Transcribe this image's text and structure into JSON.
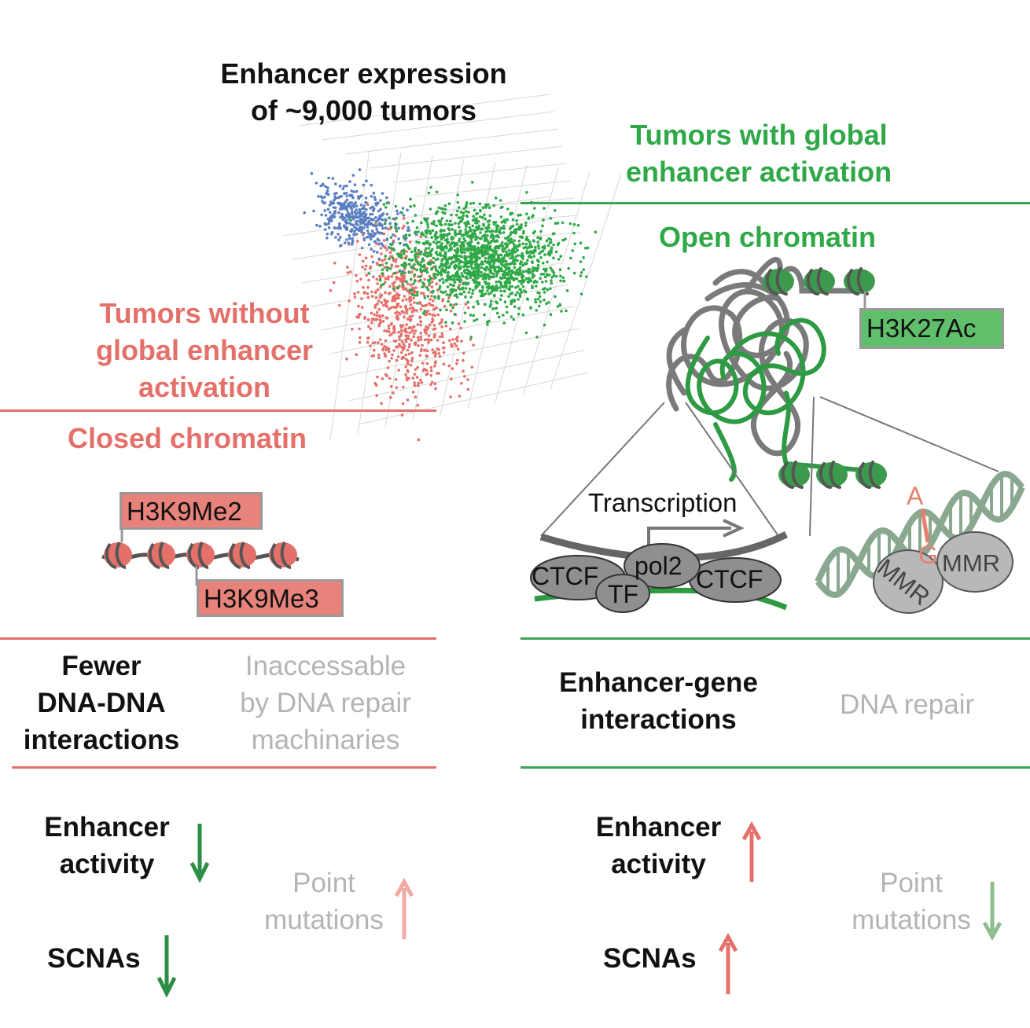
{
  "header": {
    "title_line1": "Enhancer expression",
    "title_line2": "of ~9,000 tumors"
  },
  "left": {
    "group_line1": "Tumors without",
    "group_line2": "global enhancer",
    "group_line3": "activation",
    "state": "Closed chromatin",
    "mark1": "H3K9Me2",
    "mark2": "H3K9Me3",
    "interactions_line1": "Fewer",
    "interactions_line2": "DNA-DNA",
    "interactions_line3": "interactions",
    "repair_line1": "Inaccessable",
    "repair_line2": "by DNA repair",
    "repair_line3": "machinaries",
    "activity_line1": "Enhancer",
    "activity_line2": "activity",
    "scnas": "SCNAs",
    "point_line1": "Point",
    "point_line2": "mutations"
  },
  "right": {
    "group_line1": "Tumors with global",
    "group_line2": "enhancer activation",
    "state": "Open chromatin",
    "mark": "H3K27Ac",
    "transcription": "Transcription",
    "ctcf_left": "CTCF",
    "tf": "TF",
    "pol2": "pol2",
    "ctcf_right": "CTCF",
    "base_a": "A",
    "base_g": "G",
    "mmr_left": "MMR",
    "mmr_right": "MMR",
    "interactions_line1": "Enhancer-gene",
    "interactions_line2": "interactions",
    "repair": "DNA repair",
    "activity_line1": "Enhancer",
    "activity_line2": "activity",
    "scnas": "SCNAs",
    "point_line1": "Point",
    "point_line2": "mutations"
  },
  "colors": {
    "red": "#e4706a",
    "green": "#2fa847",
    "blue": "#5b7fc0",
    "gray_text": "#b4b4b4",
    "nucleosome_red": "#e4706a",
    "nucleosome_green": "#3c9a4c"
  },
  "arrows": {
    "left_activity": "down",
    "left_scnas": "down",
    "left_point_mutations": "up",
    "right_activity": "up",
    "right_scnas": "up",
    "right_point_mutations": "down"
  },
  "scatter_groups": [
    "blue",
    "red",
    "green"
  ]
}
